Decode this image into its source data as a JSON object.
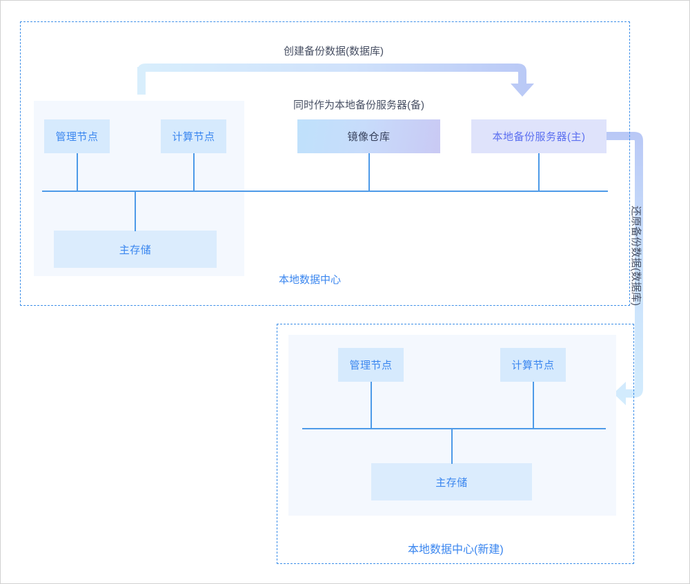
{
  "diagram": {
    "title_hidden": "",
    "colors": {
      "frame_border": "#3c8ee8",
      "panel_bg": "#f4f8fe",
      "node_blue_bg": "#d6eafd",
      "node_blue_text": "#3a86ef",
      "node_lavender_bg": "#dfe3fb",
      "node_lavender_text": "#5b6ff0",
      "gradient_start": "#bfe1fb",
      "gradient_end": "#c9c9f4",
      "line": "#4d9ae8",
      "label_dark": "#474f63",
      "arrow_top_start": "#d8eefc",
      "arrow_top_end": "#b9c8f6",
      "arrow_right_start": "#b9c8f6",
      "arrow_right_end": "#cfeafd"
    },
    "top_data_center": {
      "region_label": "本地数据中心",
      "nodes": {
        "management": "管理节点",
        "compute": "计算节点",
        "registry": "镜像仓库",
        "backup_server": "本地备份服务器(主)",
        "primary_storage": "主存储"
      },
      "annotation_registry": "同时作为本地备份服务器(备)"
    },
    "bottom_data_center": {
      "region_label": "本地数据中心(新建)",
      "nodes": {
        "management": "管理节点",
        "compute": "计算节点",
        "primary_storage": "主存储"
      }
    },
    "flows": {
      "create_backup": "创建备份数据(数据库)",
      "restore_backup": "还原备份数据(数据库)"
    }
  }
}
